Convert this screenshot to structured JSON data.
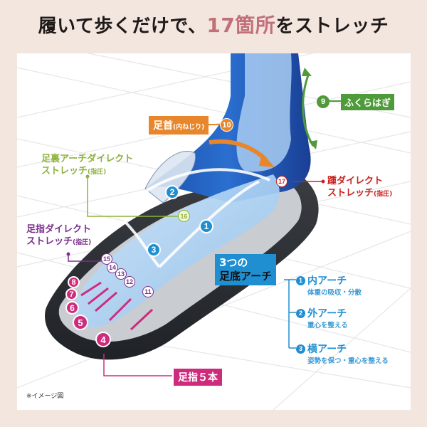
{
  "headline": {
    "prefix": "履いて歩くだけで、",
    "accent": "17箇所",
    "suffix": "をストレッチ"
  },
  "colors": {
    "background": "#f3e6df",
    "accent": "#c17078",
    "arch_blue": "#1f8fd1",
    "calf_green": "#4f9a3a",
    "ankle_orange": "#e8862b",
    "sole_green": "#8db23c",
    "heel_red": "#c8231f",
    "toe_purple": "#7b2f8c",
    "toes_pink": "#cf2b7d"
  },
  "callouts": {
    "calf": {
      "number": "9",
      "label": "ふくらはぎ"
    },
    "ankle": {
      "number": "10",
      "label": "足首",
      "sub": "(内ねじり)"
    },
    "sole_arch": {
      "number": "16",
      "line1": "足裏アーチダイレクト",
      "line2": "ストレッチ",
      "sub": "(指圧)"
    },
    "heel": {
      "number": "17",
      "line1": "踵ダイレクト",
      "line2": "ストレッチ",
      "sub": "(指圧)"
    },
    "toe_direct": {
      "numbers": [
        "15",
        "14",
        "13",
        "12",
        "11"
      ],
      "line1": "足指ダイレクト",
      "line2": "ストレッチ",
      "sub": "(指圧)"
    },
    "toes": {
      "numbers": [
        "8",
        "7",
        "6",
        "5",
        "4"
      ],
      "label": "足指５本"
    }
  },
  "arch_markers": [
    "1",
    "2",
    "3"
  ],
  "arches": {
    "title_line1": "3つの",
    "title_line2": "足底アーチ",
    "items": [
      {
        "number": "1",
        "name": "内アーチ",
        "desc": "体重の吸収・分散"
      },
      {
        "number": "2",
        "name": "外アーチ",
        "desc": "重心を整える"
      },
      {
        "number": "3",
        "name": "横アーチ",
        "desc": "姿勢を保つ・重心を整える"
      }
    ]
  },
  "footnote": "※イメージ図"
}
